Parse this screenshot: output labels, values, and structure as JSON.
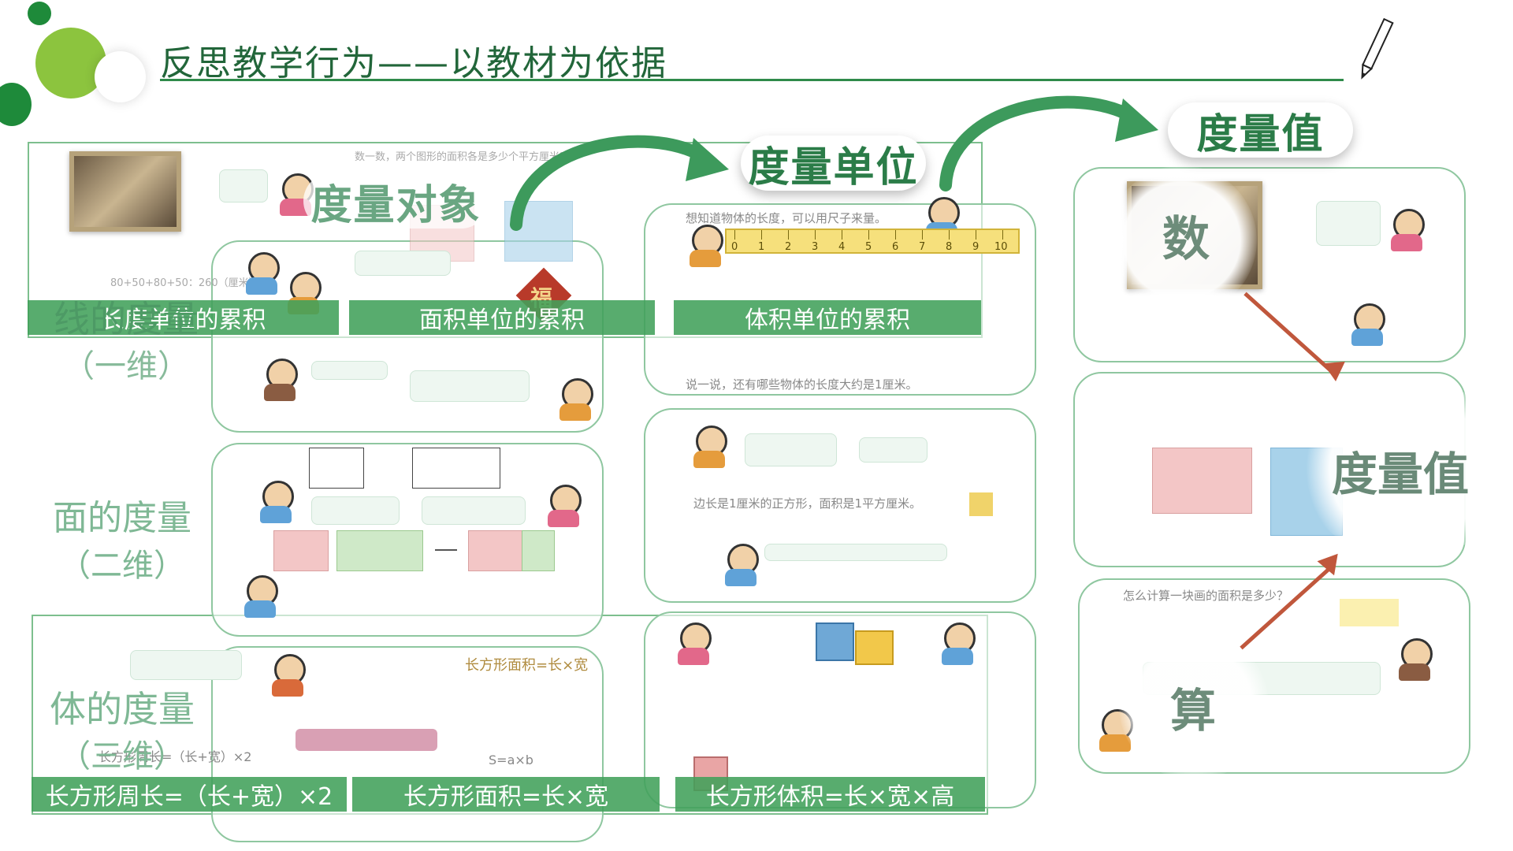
{
  "title": "反思教学行为——以教材为依据",
  "labels": {
    "measure_object": "度量对象",
    "measure_unit": "度量单位",
    "measure_value_top": "度量值",
    "measure_value_right": "度量值",
    "count_char": "数",
    "calc_char": "算",
    "fu_char": "福"
  },
  "side_labels": {
    "line": {
      "line1": "线的度量",
      "line2": "（一维）"
    },
    "area": {
      "line1": "面的度量",
      "line2": "（二维）"
    },
    "volume": {
      "line1": "体的度量",
      "line2": "（三维）"
    }
  },
  "green_bars": {
    "length_accum": "长度单位的累积",
    "area_accum": "面积单位的累积",
    "volume_accum": "体积单位的累积",
    "perimeter_formula": "长方形周长=（长+宽）×2",
    "area_formula": "长方形面积=长×宽",
    "volume_formula": "长方形体积=长×宽×高"
  },
  "ruler_numbers": [
    "0",
    "1",
    "2",
    "3",
    "4",
    "5",
    "6",
    "7",
    "8",
    "9",
    "10"
  ],
  "textbook_snippets": {
    "s1": "数一数，两个图形的面积各是多少个平方厘米？",
    "s2": "80+50+80+50：260（厘米）",
    "s3": "想知道物体的长度，可以用尺子来量。",
    "s4": "说一说，还有哪些物体的长度大约是1厘米。",
    "s5": "边长是1厘米的正方形，面积是1平方厘米。",
    "s6": "长方形面积=长×宽",
    "s7": "S=a×b",
    "s8": "长方形周长=（长+宽）×2",
    "s9": "怎么计算一块画的面积是多少？"
  },
  "colors": {
    "accent_green": "#2f8a4a",
    "bar_green": "#41a05a",
    "label_green": "#2b7c48",
    "arrow_red": "#c0573c"
  },
  "icons": [
    "pencil-icon",
    "curved-arrow-icon"
  ]
}
